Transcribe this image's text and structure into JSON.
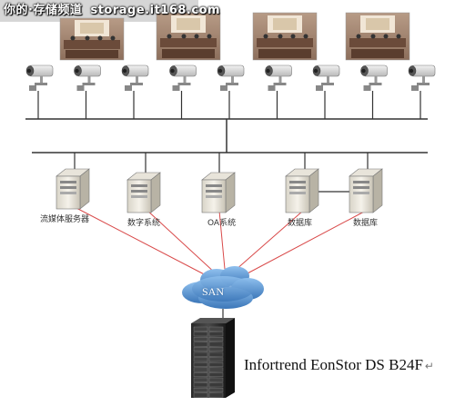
{
  "watermark": {
    "brand": "你的·存储频道",
    "domain": "storage.it168.com"
  },
  "servers": [
    {
      "label": "流媒体服务器"
    },
    {
      "label": "数字系统"
    },
    {
      "label": "OA系统"
    },
    {
      "label": "数据库"
    },
    {
      "label": "数据库"
    }
  ],
  "network": {
    "san_label": "SAN"
  },
  "storage": {
    "label": "Infortrend EonStor DS B24F",
    "return_mark": "↵"
  },
  "colors": {
    "san_link": "#d94a4a",
    "bus_line": "#333333",
    "cloud": "#4a86c8"
  },
  "camera_count": 9,
  "conference_image_count": 4
}
